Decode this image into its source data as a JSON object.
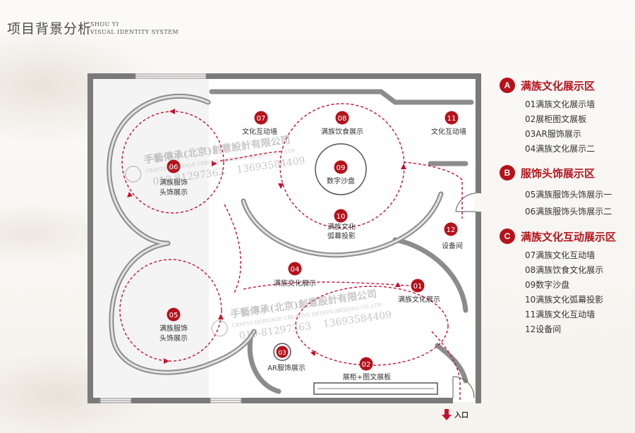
{
  "header": {
    "title": "项目背景分析",
    "subtitle_line1": "SHOU YI",
    "subtitle_line2": "VISUAL IDENTITY SYSTEM"
  },
  "colors": {
    "accent": "#b5121b",
    "wall": "#7a7a7a",
    "path": "#c8102e"
  },
  "watermark": {
    "line_cn": "手藝傳承(北京)創意設計有限公司",
    "line_en": "CRAFTS HERITAGE CREATIVE DESIGN (BEIJING) CO.,LTD",
    "phone1": "010-81297363",
    "phone2": "13693584409"
  },
  "plan": {
    "stations": [
      {
        "num": "01",
        "label": "满族文化展示"
      },
      {
        "num": "02",
        "label": "展柜+图文展板"
      },
      {
        "num": "03",
        "label": "AR服饰展示"
      },
      {
        "num": "04",
        "label": "满族文化展示"
      },
      {
        "num": "05",
        "label_line1": "满族服饰",
        "label_line2": "头饰展示"
      },
      {
        "num": "06",
        "label_line1": "满族服饰",
        "label_line2": "头饰展示"
      },
      {
        "num": "07",
        "label": "文化互动墙"
      },
      {
        "num": "08",
        "label": "满族饮食展示"
      },
      {
        "num": "09",
        "label": "数字沙盘"
      },
      {
        "num": "10",
        "label_line1": "满族文化",
        "label_line2": "弧幕投影"
      },
      {
        "num": "11",
        "label": "文化互动墙"
      },
      {
        "num": "12",
        "label": "设备间"
      }
    ],
    "entrance_label": "入口"
  },
  "legend": {
    "zones": [
      {
        "letter": "A",
        "title": "满族文化展示区",
        "items": [
          "01满族文化展示墙",
          "02展柜图文展板",
          "03AR服饰展示",
          "04满族文化展示二"
        ]
      },
      {
        "letter": "B",
        "title": "服饰头饰展示区",
        "items": [
          "05满族服饰头饰展示一",
          "06满族服饰头饰展示二"
        ]
      },
      {
        "letter": "C",
        "title": "满族文化互动展示区",
        "items": [
          "07满族文化互动墙",
          "08满族饮食文化展示",
          "09数字沙盘",
          "10满族文化弧幕投影",
          "11满族文化互动墙",
          "12设备间"
        ]
      }
    ]
  }
}
